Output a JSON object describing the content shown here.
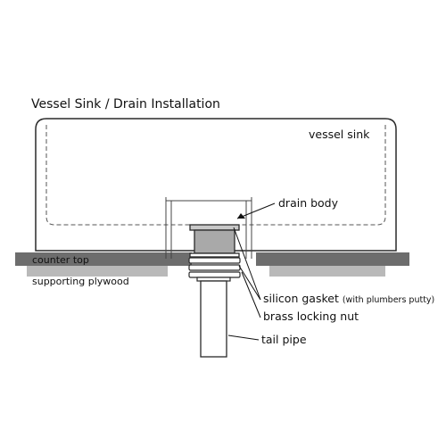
{
  "title": "Vessel Sink / Drain Installation",
  "labels": {
    "vessel_sink": "vessel sink",
    "drain_body": "drain body",
    "counter_top": "counter top",
    "supporting_plywood": "supporting plywood",
    "silicon_gasket": "silicon gasket",
    "silicon_gasket_note": "(with plumbers putty)",
    "brass_locking_nut": "brass locking nut",
    "tail_pipe": "tail pipe"
  },
  "colors": {
    "counter_top": "#6d6d6d",
    "plywood": "#b9b9b9",
    "drain_body_fill": "#a9a9a9",
    "outline": "#2a2a2a"
  }
}
